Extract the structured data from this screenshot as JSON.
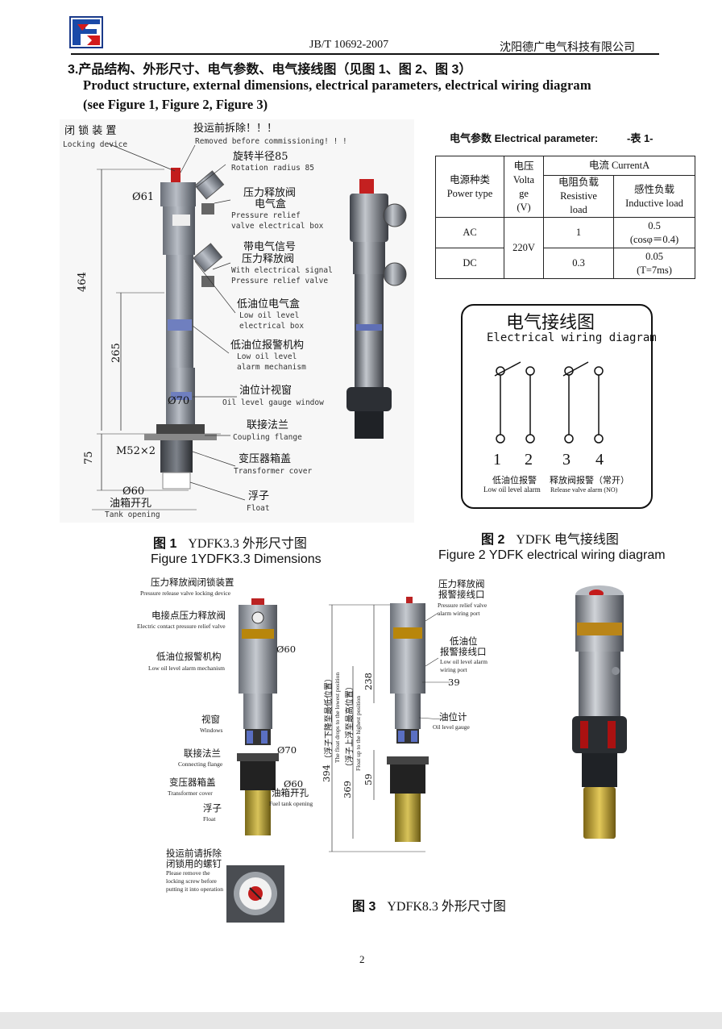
{
  "header": {
    "standard": "JB/T 10692-2007",
    "company": "沈阳德广电气科技有限公司"
  },
  "section": {
    "title_cn": "3.产品结构、外形尺寸、电气参数、电气接线图（见图 1、图 2、图 3）",
    "title_en_line1": "Product structure, external dimensions, electrical parameters, electrical wiring diagram",
    "title_en_line2": "(see Figure 1, Figure 2, Figure 3)"
  },
  "figure1": {
    "labels": {
      "lock_cn": "闭 锁 装 置",
      "lock_en": "Locking device",
      "remove_cn": "投运前拆除！！！",
      "remove_en": "Removed before commissioning! ! !",
      "rot_cn": "旋转半径85",
      "rot_en": "Rotation radius 85",
      "dia61": "Ø61",
      "prv_cn1": "压力释放阀",
      "prv_cn2": "电气盒",
      "prv_en1": "Pressure relief",
      "prv_en2": "valve electrical box",
      "sig_cn1": "带电气信号",
      "sig_cn2": "压力释放阀",
      "sig_en1": "With electrical signal",
      "sig_en2": "Pressure relief valve",
      "lowbox_cn": "低油位电气盒",
      "lowbox_en1": "Low oil level",
      "lowbox_en2": "electrical box",
      "lowalarm_cn": "低油位报警机构",
      "lowalarm_en1": "Low oil level",
      "lowalarm_en2": "alarm mechanism",
      "gauge_cn": "油位计视窗",
      "gauge_en": "Oil level gauge window",
      "dia70": "Ø70",
      "flange_cn": "联接法兰",
      "flange_en": "Coupling flange",
      "m52": "M52×2",
      "cover_cn": "变压器箱盖",
      "cover_en": "Transformer cover",
      "float_cn": "浮子",
      "float_en": "Float",
      "dia60": "Ø60",
      "tank_cn": "油箱开孔",
      "tank_en": "Tank opening",
      "dim464": "464",
      "dim265": "265",
      "dim75": "75"
    },
    "caption_cn_num": "图 1",
    "caption_cn": "YDFK3.3  外形尺寸图",
    "caption_en": "Figure 1YDFK3.3 Dimensions"
  },
  "elec_table": {
    "title": "电气参数 Electrical parameter:",
    "table_no": "-表 1-",
    "h_power_cn": "电源种类",
    "h_power_en": "Power type",
    "h_volt": [
      "电压",
      "Volta",
      "ge",
      "(V)"
    ],
    "h_current": "电流 CurrentA",
    "h_res_cn": "电阻负载",
    "h_res_en1": "Resistive",
    "h_res_en2": "load",
    "h_ind_cn": "感性负载",
    "h_ind_en": "Inductive load",
    "rows": [
      {
        "type": "AC",
        "res": "1",
        "ind1": "0.5",
        "ind2": "(cosφ＝0.4)"
      },
      {
        "type": "DC",
        "res": "0.3",
        "ind1": "0.05",
        "ind2": "(T=7ms)"
      }
    ],
    "voltage": "220V"
  },
  "wiring": {
    "title_cn": "电气接线图",
    "title_en": "Electrical wiring diagram",
    "terminals": [
      "1",
      "2",
      "3",
      "4"
    ],
    "low_cn": "低油位报警",
    "low_en": "Low oil level alarm",
    "rel_cn": "释放阀报警（常开）",
    "rel_en": "Release valve alarm (NO)"
  },
  "figure2": {
    "caption_cn_num": "图 2",
    "caption_cn": "YDFK  电气接线图",
    "caption_en": "Figure 2 YDFK electrical wiring diagram"
  },
  "figure3": {
    "labels": {
      "prvlock_cn": "压力释放阀闭锁装置",
      "prvlock_en": "Pressure release valve locking device",
      "ecprv_cn": "电接点压力释放阀",
      "ecprv_en": "Electric contact pressure relief valve",
      "lowalarm_cn": "低油位报警机构",
      "lowalarm_en": "Low oil level alarm mechanism",
      "dia60a": "Ø60",
      "window_cn": "视窗",
      "window_en": "Windows",
      "dia70": "Ø70",
      "flange_cn": "联接法兰",
      "flange_en": "Connecting flange",
      "cover_cn": "变压器箱盖",
      "cover_en": "Transformer cover",
      "dia60b": "Ø60",
      "tank_cn": "油箱开孔",
      "tank_en": "Fuel tank opening",
      "float_cn": "浮子",
      "float_en": "Float",
      "remove_cn1": "投运前请拆除",
      "remove_cn2": "闭锁用的螺钉",
      "remove_en1": "Please remove the",
      "remove_en2": "locking screw before",
      "remove_en3": "putting it into operation",
      "port_cn1": "压力释放阀",
      "port_cn2": "报警接线口",
      "port_en1": "Pressure relief valve",
      "port_en2": "alarm wiring port",
      "lowport_cn1": "低油位",
      "lowport_cn2": "报警接线口",
      "lowport_en1": "Low oil level alarm",
      "lowport_en2": "wiring port",
      "dim39": "39",
      "gauge_cn": "油位计",
      "gauge_en": "Oil level gauge",
      "dim238": "238",
      "dim59": "59",
      "dim394": "394",
      "dim369": "369",
      "low_pos_cn": "（浮子下降至最低位置）",
      "low_pos_en": "The float drops to the lowest position",
      "high_pos_cn": "（浮子上浮至最高位置）",
      "high_pos_en": "Float up to the highest position"
    },
    "caption_cn_num": "图 3",
    "caption_cn": "YDFK8.3  外形尺寸图"
  },
  "page_number": "2"
}
